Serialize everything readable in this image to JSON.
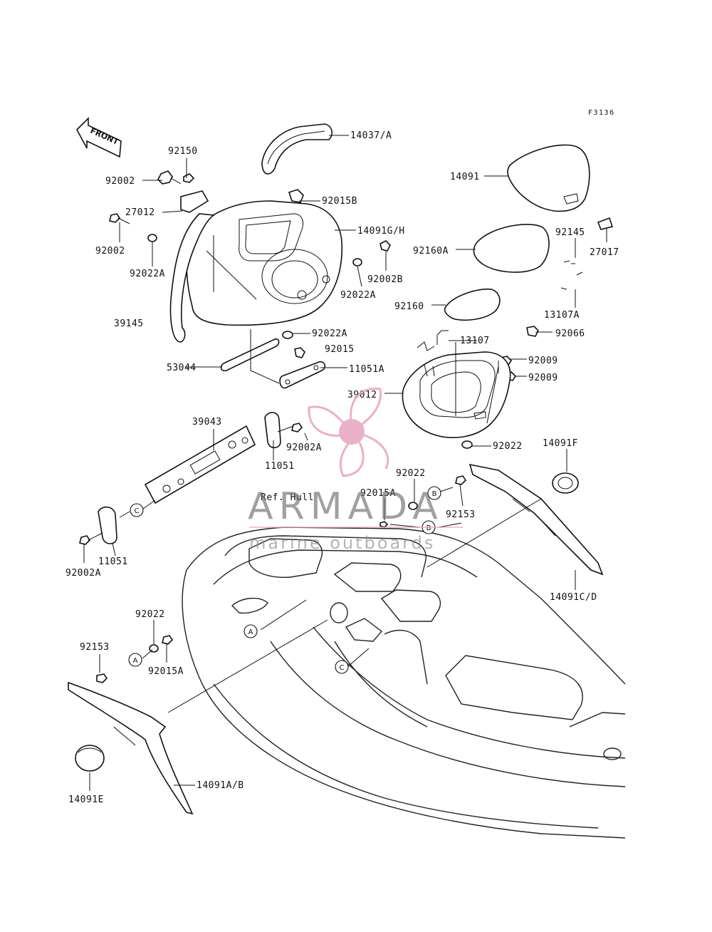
{
  "figure_code": "F3136",
  "front_label": "FRONT",
  "ref_label": "Ref. Hull",
  "watermark": {
    "brand": "ARMADA",
    "tagline": "marine outboards",
    "logo_color": "#e6a3bf",
    "text_color": "#6b6b6b"
  },
  "callouts": [
    "A",
    "B",
    "C"
  ],
  "parts": [
    "14037/A",
    "92150",
    "92002",
    "27012",
    "92015B",
    "14091G/H",
    "92002",
    "92022A",
    "92002B",
    "92022A",
    "39145",
    "92022A",
    "92015",
    "53044",
    "11051A",
    "14091",
    "92160A",
    "92145",
    "27017",
    "92160",
    "13107A",
    "13107",
    "92066",
    "92009",
    "92009",
    "39012",
    "92022",
    "39043",
    "92002A",
    "11051",
    "14091F",
    "92022",
    "92015A",
    "92153",
    "11051",
    "92002A",
    "14091C/D",
    "92022",
    "92153",
    "92015A",
    "14091A/B",
    "14091E"
  ]
}
